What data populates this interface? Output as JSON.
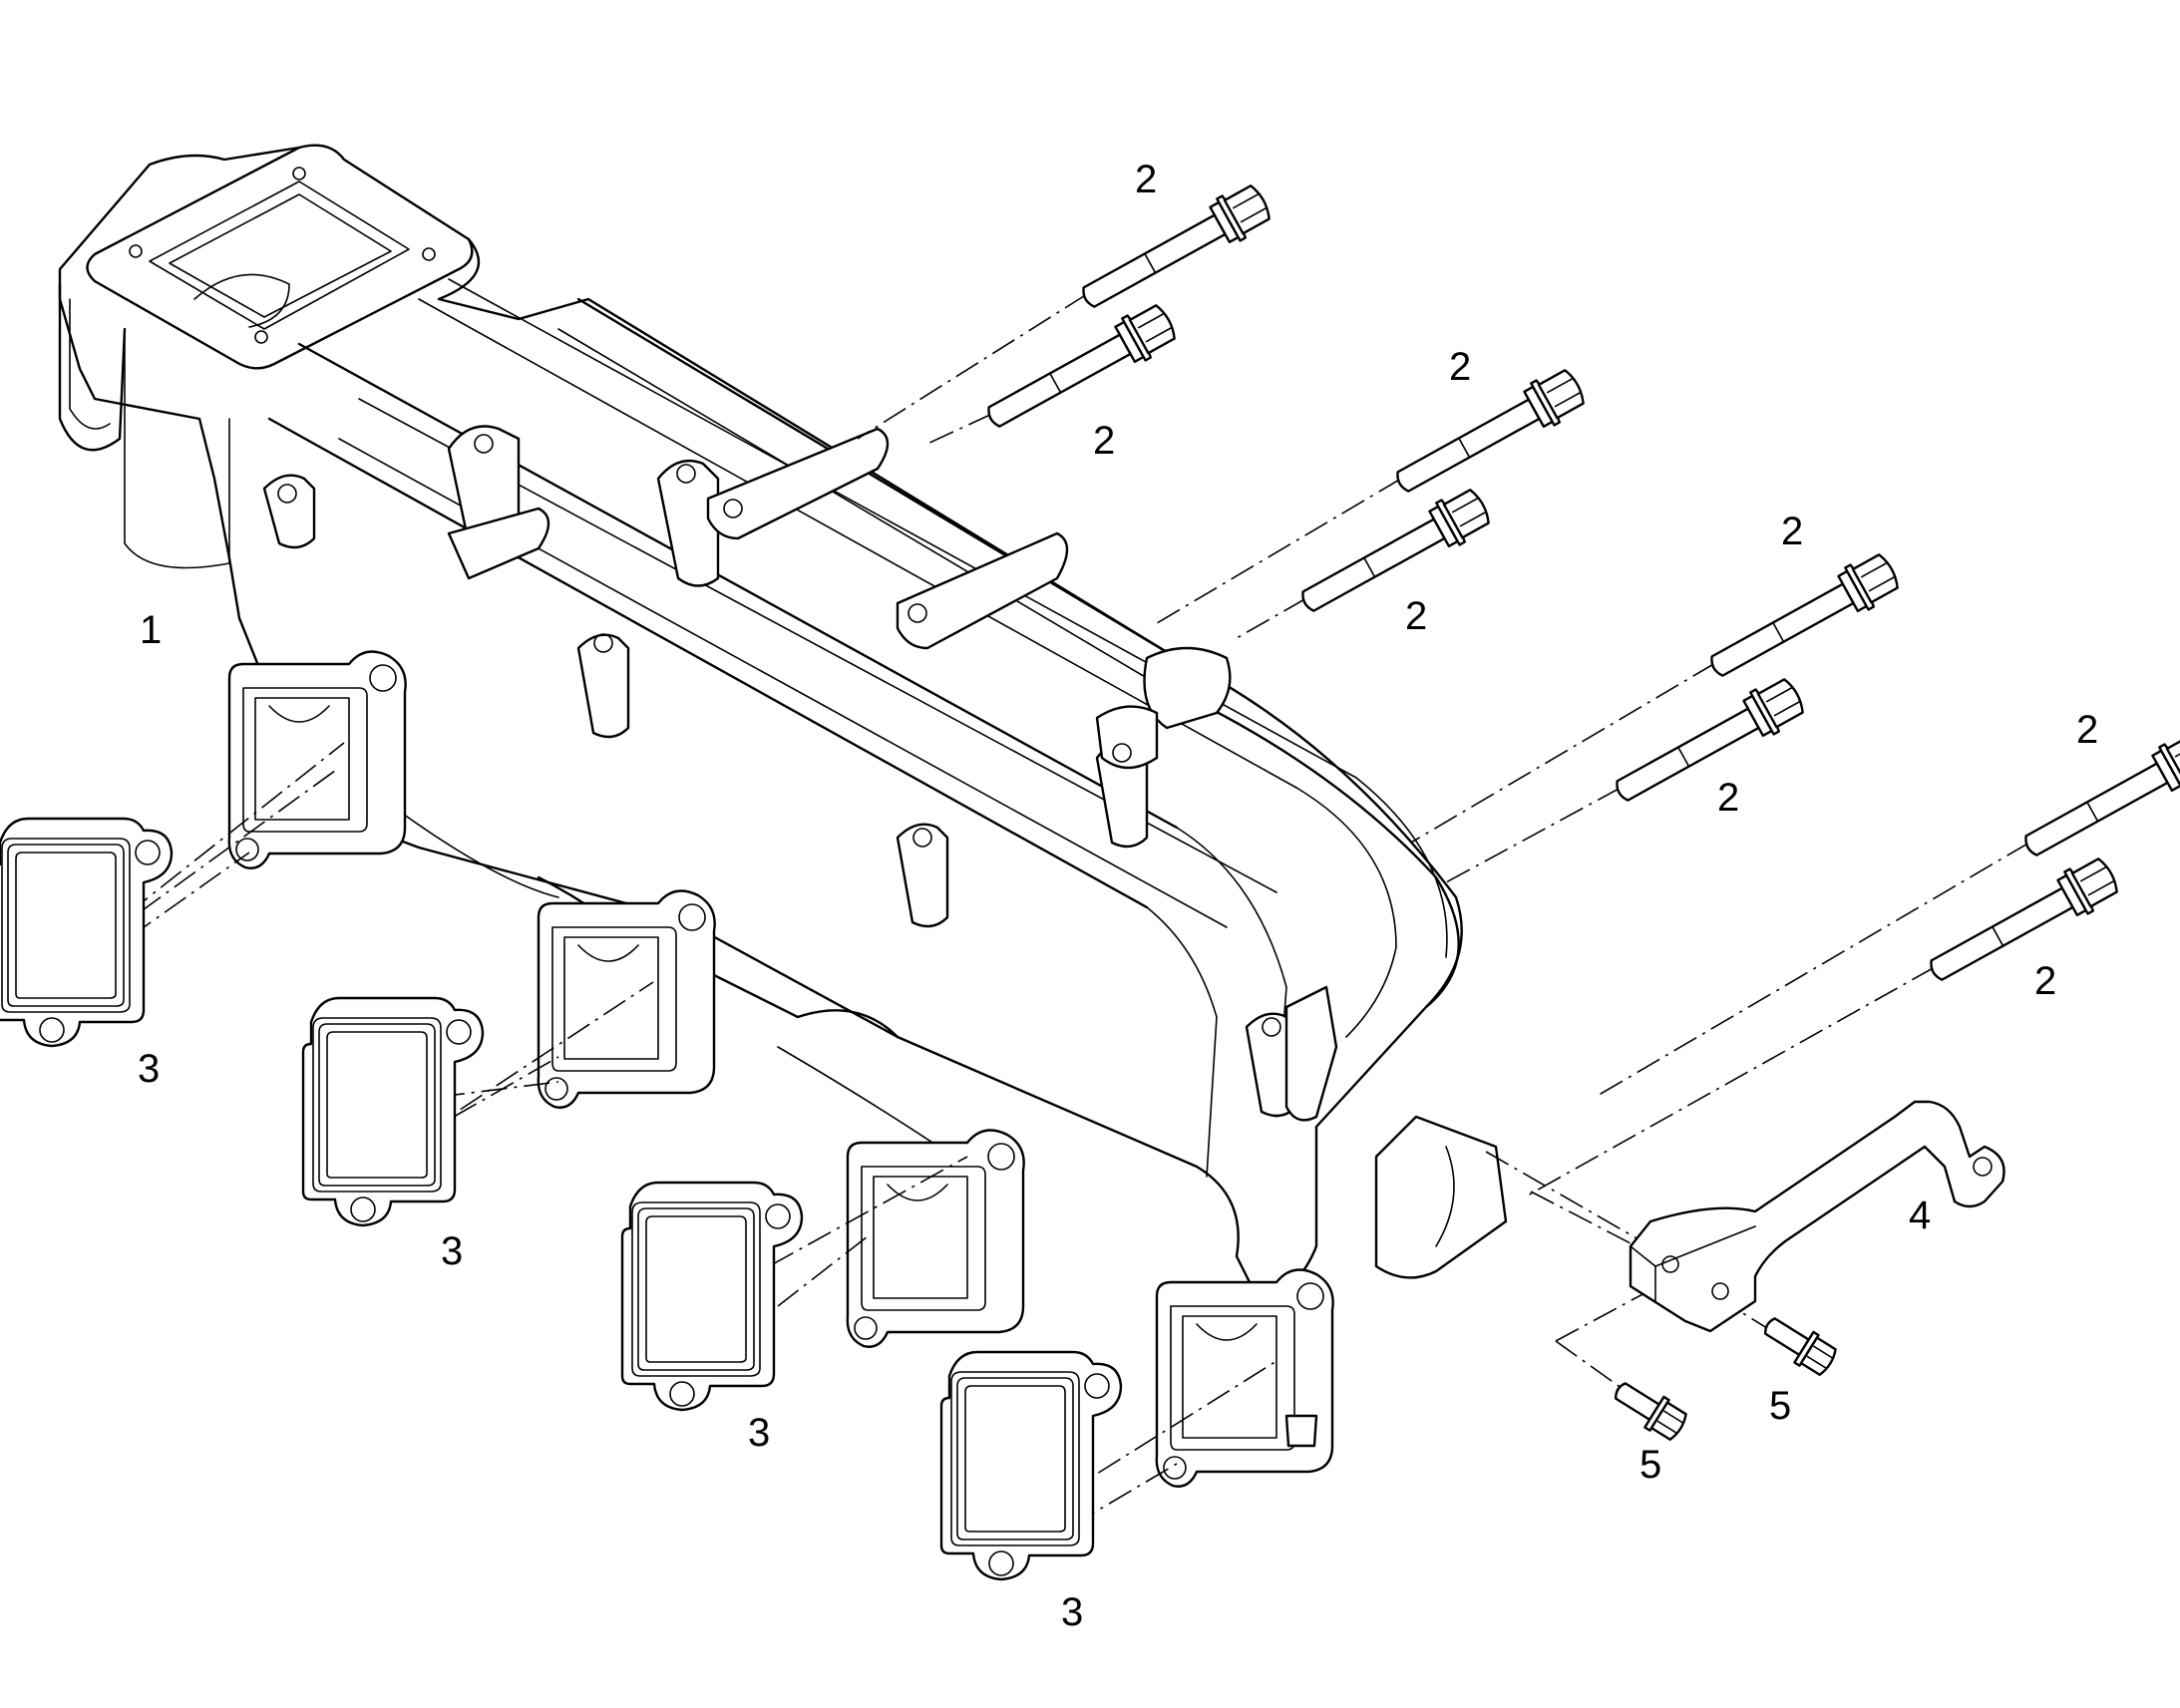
{
  "callouts": {
    "manifold": "1",
    "bolt": "2",
    "gasket": "3",
    "bracket": "4",
    "screw": "5"
  },
  "colors": {
    "background": "#ffffff",
    "line": "#000000"
  }
}
